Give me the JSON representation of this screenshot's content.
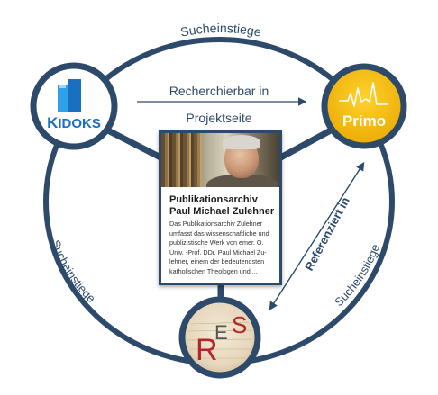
{
  "labels": {
    "top_arc": "Sucheinstiege",
    "left_arc": "Sucheinstiege",
    "right_arc": "Sucheinstiege",
    "recherchierbar": "Recherchierbar in",
    "projektseite": "Projektseite",
    "referenziert": "Referenziert in"
  },
  "nodes": {
    "kidoks": {
      "name": "KIDOKS",
      "name_small_k": "K",
      "name_i": "I",
      "name_rest": "DOKS"
    },
    "primo": {
      "name": "Primo"
    },
    "res": {
      "letters": [
        "R",
        "E",
        "S"
      ]
    }
  },
  "card": {
    "title": "Publikationsarchiv Paul Michael Zulehner",
    "text_lines": [
      "Das Publikationsarchiv Zulehner",
      "umfasst das wissenschaftliche und",
      "publizistische Werk von emer. O.",
      "Univ. -Prof. DDr. Paul Michael Zu-",
      "lehner, einem der bedeutendsten",
      "katholischen Theologen und ..."
    ]
  },
  "colors": {
    "ring": "#2d4a6b",
    "kidoks_blue": "#1a6fc0",
    "primo_yellow": "#f2b705",
    "res_red": "#b5232b"
  }
}
